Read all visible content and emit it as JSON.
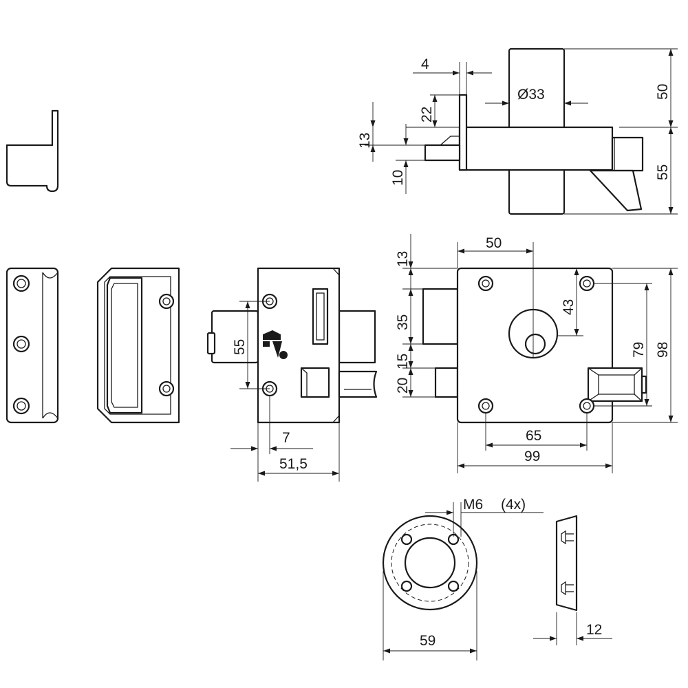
{
  "dimensions": {
    "d4": "4",
    "d50_top": "50",
    "d33": "33",
    "d22": "22",
    "d13_side": "13",
    "d10": "10",
    "d55_side": "55",
    "d13_front": "13",
    "d50_front": "50",
    "d35": "35",
    "d43": "43",
    "d15": "15",
    "d20": "20",
    "d79": "79",
    "d98": "98",
    "d65": "65",
    "d99": "99",
    "d55_body": "55",
    "d7": "7",
    "d51_5": "51,5",
    "m6": "M6",
    "qty": "(4x)",
    "d59": "59",
    "d12": "12"
  },
  "symbols": {
    "diameter": "Ø"
  },
  "icons": {
    "logo": "manufacturer-logo-icon"
  }
}
